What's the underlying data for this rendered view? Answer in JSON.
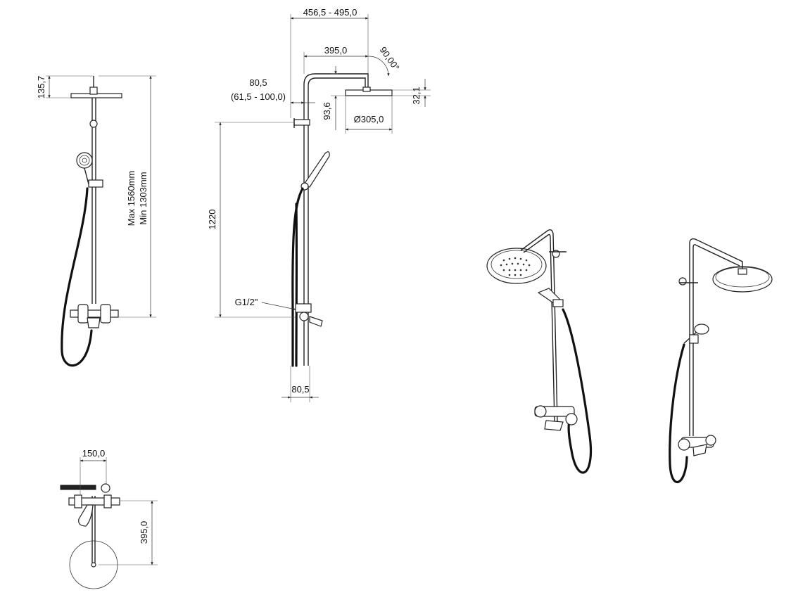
{
  "labels": {
    "front_height_top": "135,7",
    "front_max": "Max 1560mm",
    "front_min": "Min 1303mm",
    "side_arm_range": "456,5 - 495,0",
    "side_arm": "395,0",
    "side_angle": "90,00°",
    "side_offset": "80,5",
    "side_offset_range": "(61,5 - 100,0)",
    "side_head_drop": "93,6",
    "side_head_thick": "32,1",
    "side_head_dia": "Ø305,0",
    "side_height": "1220",
    "side_thread": "G1/2\"",
    "side_bottom": "80,5",
    "top_width": "150,0",
    "top_depth": "395,0"
  },
  "colors": {
    "line": "#222222",
    "background": "#ffffff"
  }
}
